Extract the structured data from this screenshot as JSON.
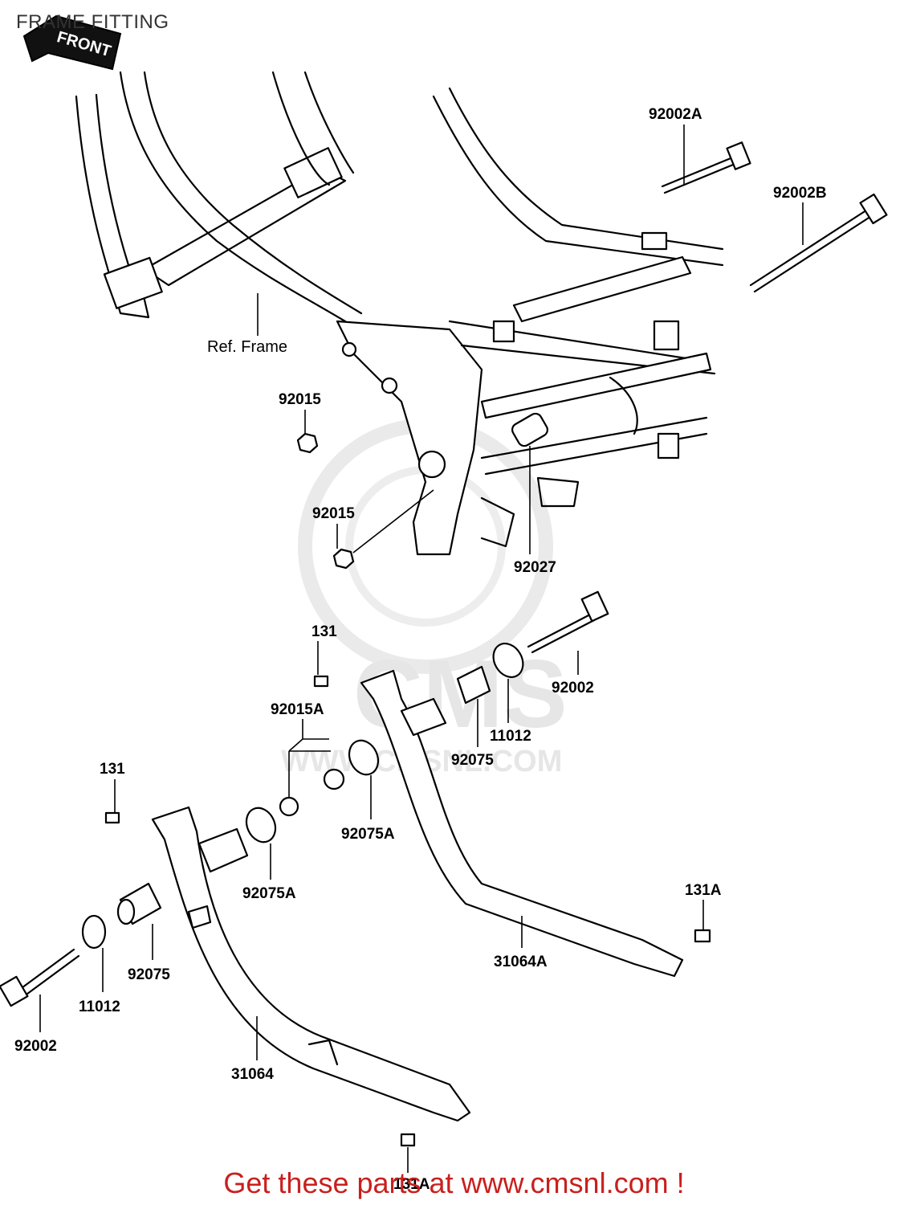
{
  "title": "FRAME FITTING",
  "front_badge": "FRONT",
  "watermark": {
    "brand": "CMS",
    "url": "WWW.CMSNL.COM"
  },
  "footer": "Get these parts at www.cmsnl.com !",
  "ref_label": "Ref. Frame",
  "callouts": [
    {
      "id": "c1",
      "text": "92002A"
    },
    {
      "id": "c2",
      "text": "92002B"
    },
    {
      "id": "c3",
      "text": "92015"
    },
    {
      "id": "c4",
      "text": "92015"
    },
    {
      "id": "c5",
      "text": "92027"
    },
    {
      "id": "c6",
      "text": "131"
    },
    {
      "id": "c7",
      "text": "92002"
    },
    {
      "id": "c8",
      "text": "92015A"
    },
    {
      "id": "c9",
      "text": "11012"
    },
    {
      "id": "c10",
      "text": "92075"
    },
    {
      "id": "c11",
      "text": "131"
    },
    {
      "id": "c12",
      "text": "92075A"
    },
    {
      "id": "c13",
      "text": "92075A"
    },
    {
      "id": "c14",
      "text": "131A"
    },
    {
      "id": "c15",
      "text": "31064A"
    },
    {
      "id": "c16",
      "text": "92075"
    },
    {
      "id": "c17",
      "text": "11012"
    },
    {
      "id": "c18",
      "text": "92002"
    },
    {
      "id": "c19",
      "text": "31064"
    },
    {
      "id": "c20",
      "text": "131A"
    }
  ]
}
